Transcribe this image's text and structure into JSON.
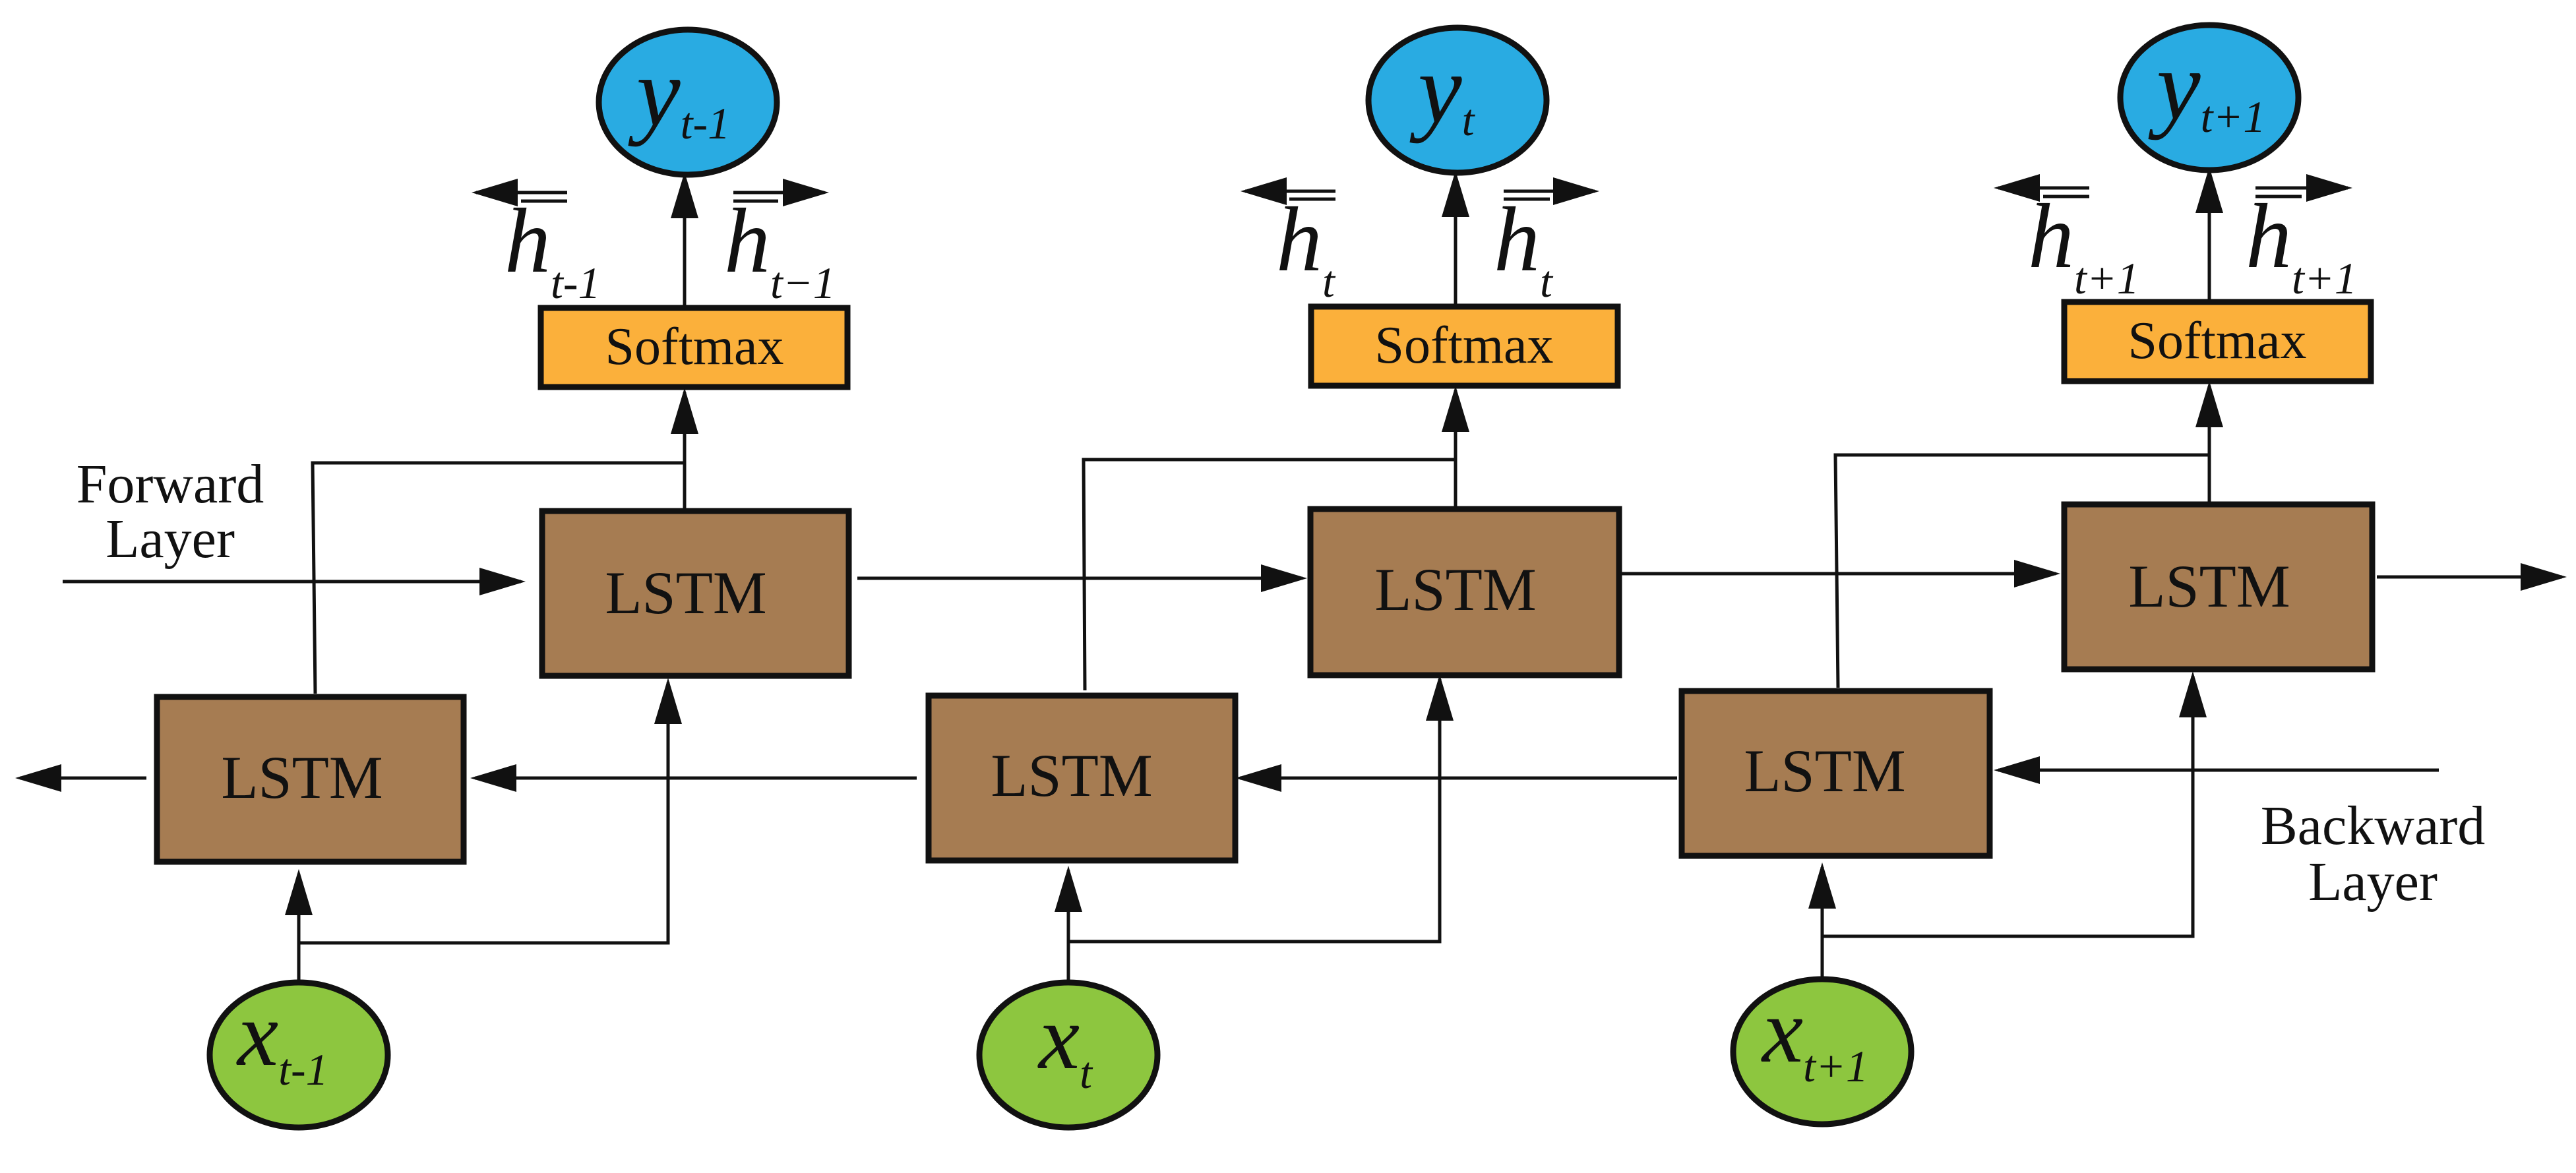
{
  "labels": {
    "forward_line1": "Forward",
    "forward_line2": "Layer",
    "backward_line1": "Backward",
    "backward_line2": "Layer",
    "lstm": "LSTM",
    "softmax": "Softmax"
  },
  "timesteps": [
    {
      "x_main": "x",
      "x_sub": "t-1",
      "y_main": "y",
      "y_sub": "t-1",
      "h_main": "h",
      "h_back_sub": "t-1",
      "h_fwd_sub": "t−1"
    },
    {
      "x_main": "x",
      "x_sub": "t",
      "y_main": "y",
      "y_sub": "t",
      "h_main": "h",
      "h_back_sub": "t",
      "h_fwd_sub": "t"
    },
    {
      "x_main": "x",
      "x_sub": "t+1",
      "y_main": "y",
      "y_sub": "t+1",
      "h_main": "h",
      "h_back_sub": "t+1",
      "h_fwd_sub": "t+1"
    }
  ],
  "colors": {
    "lstm": "#A67C52",
    "softmax": "#FBB03B",
    "input_node": "#8DC63F",
    "output_node": "#29ABE2",
    "line": "#111111"
  }
}
